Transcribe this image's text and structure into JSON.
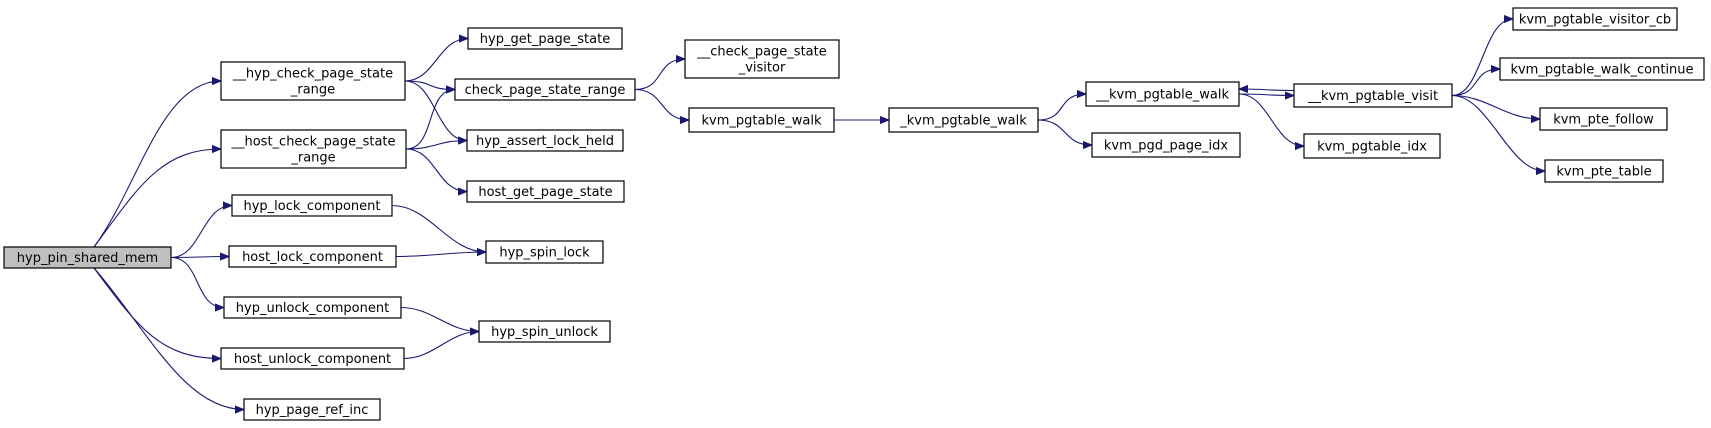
{
  "colors": {
    "edge": "#191970",
    "root_fill": "#bfbfbf",
    "node_fill": "#ffffff",
    "node_border": "#000000"
  },
  "nodes": [
    {
      "id": "hyp_pin_shared_mem",
      "label": [
        "hyp_pin_shared_mem"
      ],
      "root": true
    },
    {
      "id": "hyp_check_page_state_range",
      "label": [
        "__hyp_check_page_state",
        "_range"
      ]
    },
    {
      "id": "host_check_page_state_range",
      "label": [
        "__host_check_page_state",
        "_range"
      ]
    },
    {
      "id": "hyp_lock_component",
      "label": [
        "hyp_lock_component"
      ]
    },
    {
      "id": "host_lock_component",
      "label": [
        "host_lock_component"
      ]
    },
    {
      "id": "hyp_unlock_component",
      "label": [
        "hyp_unlock_component"
      ]
    },
    {
      "id": "host_unlock_component",
      "label": [
        "host_unlock_component"
      ]
    },
    {
      "id": "hyp_page_ref_inc",
      "label": [
        "hyp_page_ref_inc"
      ]
    },
    {
      "id": "hyp_get_page_state",
      "label": [
        "hyp_get_page_state"
      ]
    },
    {
      "id": "check_page_state_range",
      "label": [
        "check_page_state_range"
      ]
    },
    {
      "id": "hyp_assert_lock_held",
      "label": [
        "hyp_assert_lock_held"
      ]
    },
    {
      "id": "host_get_page_state",
      "label": [
        "host_get_page_state"
      ]
    },
    {
      "id": "hyp_spin_lock",
      "label": [
        "hyp_spin_lock"
      ]
    },
    {
      "id": "hyp_spin_unlock",
      "label": [
        "hyp_spin_unlock"
      ]
    },
    {
      "id": "check_page_state_visitor",
      "label": [
        "__check_page_state",
        "_visitor"
      ]
    },
    {
      "id": "kvm_pgtable_walk",
      "label": [
        "kvm_pgtable_walk"
      ]
    },
    {
      "id": "_kvm_pgtable_walk",
      "label": [
        "_kvm_pgtable_walk"
      ]
    },
    {
      "id": "__kvm_pgtable_walk",
      "label": [
        "__kvm_pgtable_walk"
      ]
    },
    {
      "id": "kvm_pgd_page_idx",
      "label": [
        "kvm_pgd_page_idx"
      ]
    },
    {
      "id": "__kvm_pgtable_visit",
      "label": [
        "__kvm_pgtable_visit"
      ]
    },
    {
      "id": "kvm_pgtable_idx",
      "label": [
        "kvm_pgtable_idx"
      ]
    },
    {
      "id": "kvm_pgtable_visitor_cb",
      "label": [
        "kvm_pgtable_visitor_cb"
      ]
    },
    {
      "id": "kvm_pgtable_walk_continue",
      "label": [
        "kvm_pgtable_walk_continue"
      ]
    },
    {
      "id": "kvm_pte_follow",
      "label": [
        "kvm_pte_follow"
      ]
    },
    {
      "id": "kvm_pte_table",
      "label": [
        "kvm_pte_table"
      ]
    }
  ],
  "edges": [
    [
      "hyp_pin_shared_mem",
      "hyp_check_page_state_range"
    ],
    [
      "hyp_pin_shared_mem",
      "host_check_page_state_range"
    ],
    [
      "hyp_pin_shared_mem",
      "hyp_lock_component"
    ],
    [
      "hyp_pin_shared_mem",
      "host_lock_component"
    ],
    [
      "hyp_pin_shared_mem",
      "hyp_unlock_component"
    ],
    [
      "hyp_pin_shared_mem",
      "host_unlock_component"
    ],
    [
      "hyp_pin_shared_mem",
      "hyp_page_ref_inc"
    ],
    [
      "hyp_check_page_state_range",
      "hyp_get_page_state"
    ],
    [
      "hyp_check_page_state_range",
      "check_page_state_range"
    ],
    [
      "hyp_check_page_state_range",
      "hyp_assert_lock_held"
    ],
    [
      "host_check_page_state_range",
      "check_page_state_range"
    ],
    [
      "host_check_page_state_range",
      "hyp_assert_lock_held"
    ],
    [
      "host_check_page_state_range",
      "host_get_page_state"
    ],
    [
      "hyp_lock_component",
      "hyp_spin_lock"
    ],
    [
      "host_lock_component",
      "hyp_spin_lock"
    ],
    [
      "hyp_unlock_component",
      "hyp_spin_unlock"
    ],
    [
      "host_unlock_component",
      "hyp_spin_unlock"
    ],
    [
      "check_page_state_range",
      "check_page_state_visitor"
    ],
    [
      "check_page_state_range",
      "kvm_pgtable_walk"
    ],
    [
      "kvm_pgtable_walk",
      "_kvm_pgtable_walk"
    ],
    [
      "_kvm_pgtable_walk",
      "__kvm_pgtable_walk"
    ],
    [
      "_kvm_pgtable_walk",
      "kvm_pgd_page_idx"
    ],
    [
      "__kvm_pgtable_walk",
      "__kvm_pgtable_visit"
    ],
    [
      "__kvm_pgtable_walk",
      "kvm_pgtable_idx"
    ],
    [
      "__kvm_pgtable_visit",
      "__kvm_pgtable_walk"
    ],
    [
      "__kvm_pgtable_visit",
      "kvm_pgtable_visitor_cb"
    ],
    [
      "__kvm_pgtable_visit",
      "kvm_pgtable_walk_continue"
    ],
    [
      "__kvm_pgtable_visit",
      "kvm_pte_follow"
    ],
    [
      "__kvm_pgtable_visit",
      "kvm_pte_table"
    ]
  ]
}
